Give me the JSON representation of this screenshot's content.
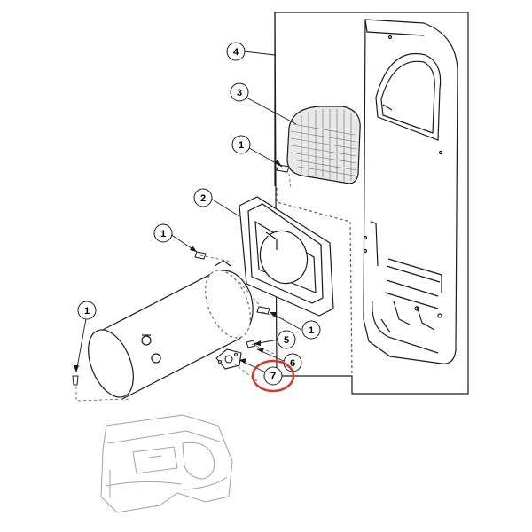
{
  "diagram": {
    "callouts": [
      {
        "id": "callout-4",
        "label": "4",
        "highlighted": false
      },
      {
        "id": "callout-3",
        "label": "3",
        "highlighted": false
      },
      {
        "id": "callout-1a",
        "label": "1",
        "highlighted": false
      },
      {
        "id": "callout-2",
        "label": "2",
        "highlighted": false
      },
      {
        "id": "callout-1b",
        "label": "1",
        "highlighted": false
      },
      {
        "id": "callout-1c",
        "label": "1",
        "highlighted": false
      },
      {
        "id": "callout-1d",
        "label": "1",
        "highlighted": false
      },
      {
        "id": "callout-5",
        "label": "5",
        "highlighted": false
      },
      {
        "id": "callout-6",
        "label": "6",
        "highlighted": false
      },
      {
        "id": "callout-7",
        "label": "7",
        "highlighted": true
      }
    ],
    "colors": {
      "line": "#1a1a1a",
      "faint": "#9a9a9a",
      "highlight": "#d9342b",
      "panel_fill": "#ffffff"
    }
  }
}
